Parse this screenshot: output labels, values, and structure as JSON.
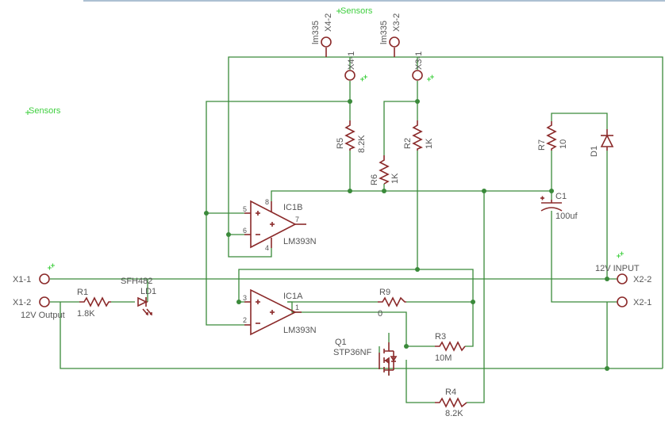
{
  "labels": {
    "sensors_top": "Sensors",
    "sensors_left": "Sensors",
    "lm335_a": "lm335",
    "lm335_b": "lm335",
    "x4_2": "X4-2",
    "x3_2": "X3-2",
    "x4_1": "X4-1",
    "x3_1": "X3-1",
    "r5": "R5",
    "r5_val": "8.2K",
    "r2": "R2",
    "r2_val": "1K",
    "r6": "R6",
    "r6_val": "1K",
    "r7": "R7",
    "r7_val": "10",
    "d1": "D1",
    "c1": "C1",
    "c1_val": "100uf",
    "ic1b": "IC1B",
    "ic1b_part": "LM393N",
    "ic1a": "IC1A",
    "ic1a_part": "LM393N",
    "pin8": "8",
    "pin7": "7",
    "pin5": "5",
    "pin6": "6",
    "pin4": "4",
    "pin3": "3",
    "pin2": "2",
    "pin1": "1",
    "x1_1": "X1-1",
    "x1_2": "X1-2",
    "out12": "12V Output",
    "r1": "R1",
    "r1_val": "1.8K",
    "sfh": "SFH482",
    "ld1": "LD1",
    "r9": "R9",
    "r9_val": "0",
    "q1": "Q1",
    "q1_part": "STP36NF",
    "r3": "R3",
    "r3_val": "10M",
    "r4": "R4",
    "r4_val": "8.2K",
    "in12": "12V INPUT",
    "x2_2": "X2-2",
    "x2_1": "X2-1"
  }
}
